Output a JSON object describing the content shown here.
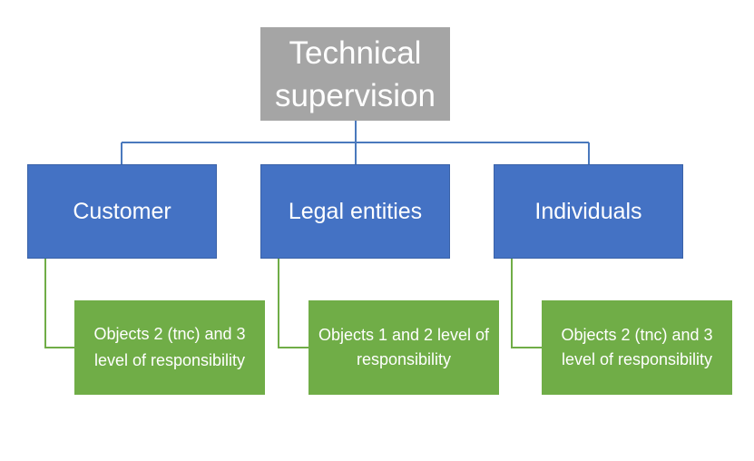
{
  "colors": {
    "root_fill": "#a5a5a5",
    "level1_fill": "#4472c4",
    "level1_border": "#3a62a8",
    "level2_fill": "#70ad47",
    "blue_connector": "#4a79bd",
    "green_connector": "#70ad47",
    "text": "#ffffff"
  },
  "diagram": {
    "root": {
      "label": "Technical supervision"
    },
    "nodes": [
      {
        "label": "Customer",
        "child": "Objects 2 (tnc) and 3 level of responsibility"
      },
      {
        "label": "Legal entities",
        "child": "Objects 1 and 2 level of responsibility"
      },
      {
        "label": "Individuals",
        "child": "Objects 2 (tnc) and 3 level of responsibility"
      }
    ]
  }
}
